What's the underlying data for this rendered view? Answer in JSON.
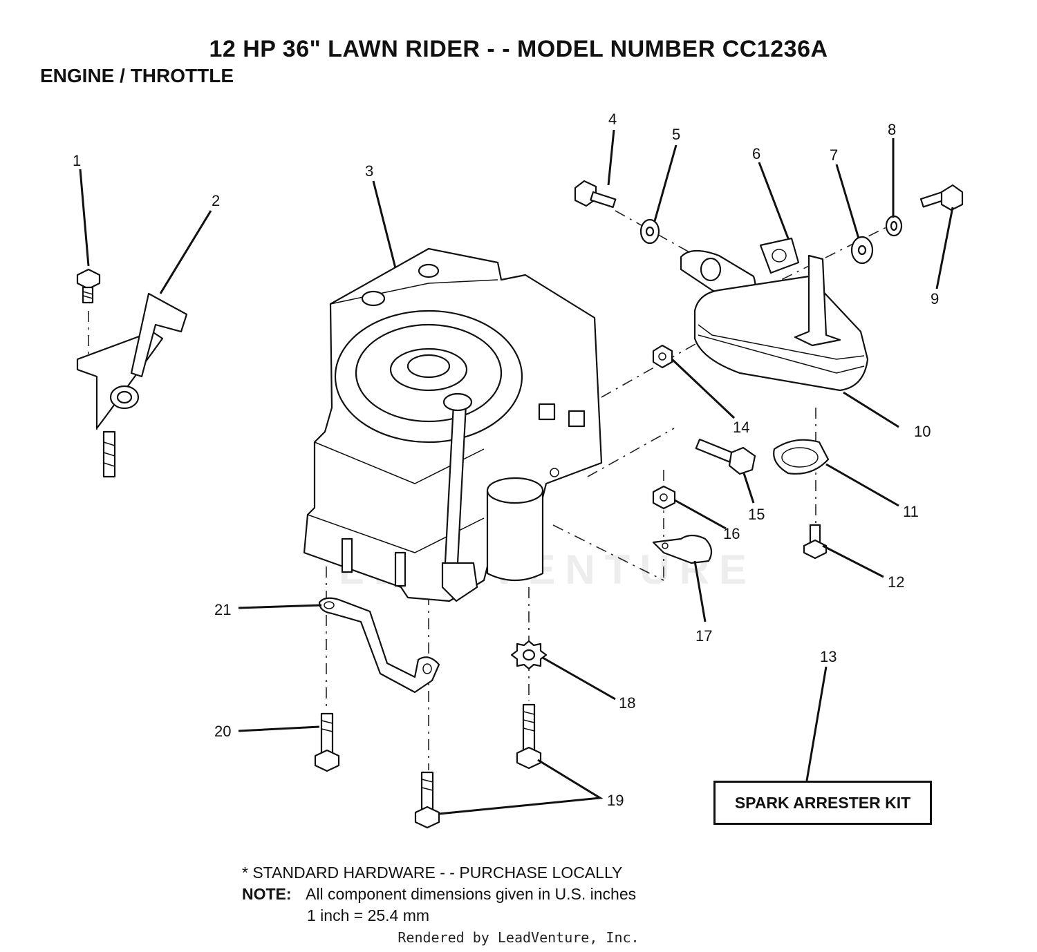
{
  "title": "12 HP 36\" LAWN RIDER - - MODEL NUMBER CC1236A",
  "subtitle": "ENGINE / THROTTLE",
  "callouts": [
    "1",
    "2",
    "3",
    "4",
    "5",
    "6",
    "7",
    "8",
    "9",
    "10",
    "11",
    "12",
    "13",
    "14",
    "15",
    "16",
    "17",
    "18",
    "19",
    "20",
    "21"
  ],
  "kit_label": "SPARK ARRESTER KIT",
  "footer": {
    "line1": "* STANDARD HARDWARE - - PURCHASE LOCALLY",
    "note_label": "NOTE:",
    "note_text": "All component dimensions given in U.S. inches",
    "conversion": "1 inch = 25.4 mm"
  },
  "watermark": "LEADVENTURE",
  "rendered_by": "Rendered by LeadVenture, Inc."
}
